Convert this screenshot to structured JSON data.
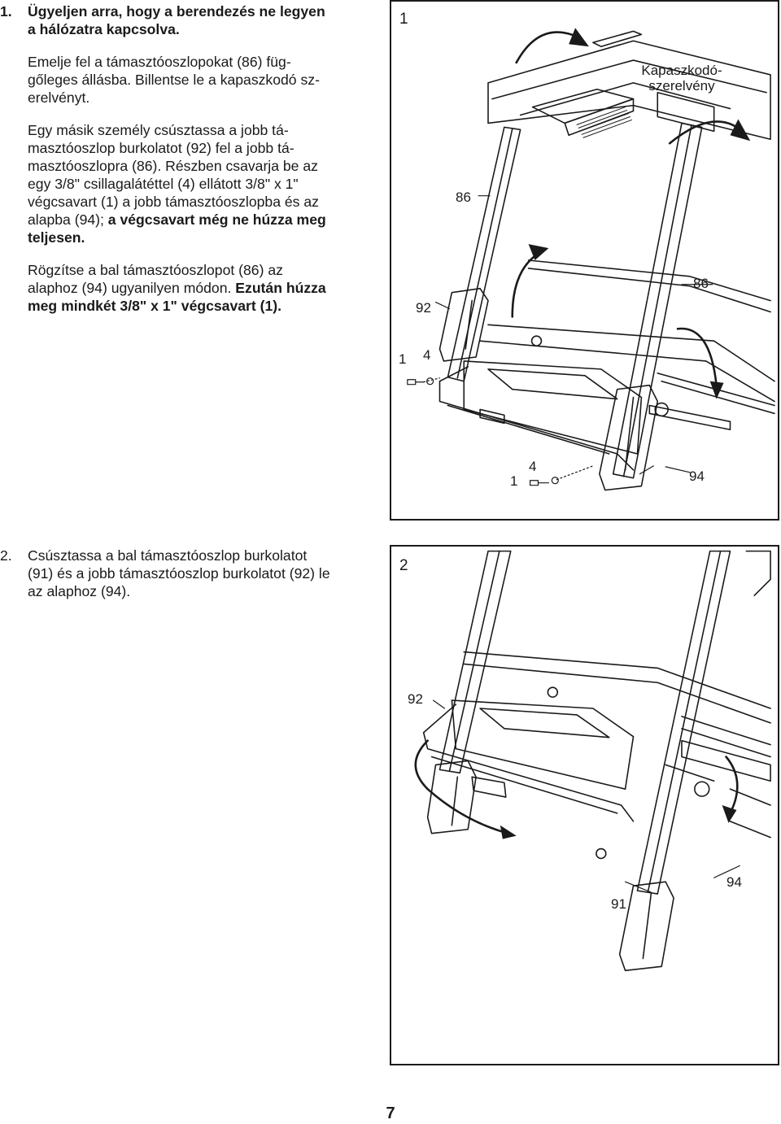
{
  "step1": {
    "number": "1.",
    "line1_bold": "Ügyeljen arra, hogy a berendezés ne legyen",
    "line2_bold": "a hálózatra kapcsolva.",
    "p2": [
      "Emelje fel a támasztóoszlopokat (86) füg-",
      "gőleges állásba. Billentse le a kapaszkodó sz-",
      "erelvényt."
    ],
    "p3_lines": [
      "Egy másik személy csúsztassa a jobb tá-",
      "masztóoszlop burkolatot (92) fel a jobb tá-",
      "masztóoszlopra (86). Részben csavarja be az",
      "egy 3/8\" csillagalátéttel (4) ellátott 3/8\" x 1\"",
      "végcsavart (1) a jobb támasztóoszlopba és az"
    ],
    "p3_last_normal": "alapba (94); ",
    "p3_last_bold": "a végcsavart még ne húzza meg",
    "p3_bold_end": "teljesen.",
    "p4_line1": "Rögzítse a bal támasztóoszlopot (86) az",
    "p4_line2_normal": "alaphoz (94) ugyanilyen módon. ",
    "p4_line2_bold": "Ezután húzza",
    "p4_line3_bold": "meg mindkét 3/8\" x 1\" végcsavart (1)."
  },
  "step2": {
    "number": "2.",
    "lines": [
      "Csúsztassa a bal támasztóoszlop burkolatot",
      "(91) és a jobb támasztóoszlop burkolatot (92) le",
      "az alaphoz (94)."
    ]
  },
  "figure1": {
    "number": "1",
    "handrail_label_line1": "Kapaszkodó-",
    "handrail_label_line2": "szerelvény",
    "callouts": {
      "upright_upper": "86",
      "upright_right": "86",
      "cover": "92",
      "bolt_left": "1",
      "washer_left": "4",
      "bolt_bottom": "1",
      "washer_bottom": "4",
      "base": "94"
    }
  },
  "figure2": {
    "number": "2",
    "callouts": {
      "cover_right": "92",
      "cover_left": "91",
      "base": "94"
    }
  },
  "page_number": "7"
}
